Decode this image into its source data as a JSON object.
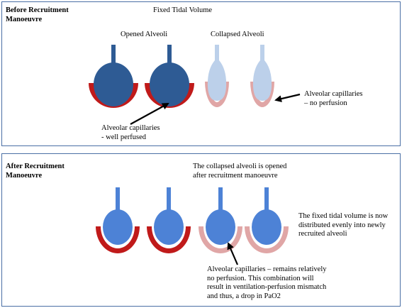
{
  "colors": {
    "panel_border": "#4a6fa5",
    "opened_alveolus": "#2e5b94",
    "collapsed_alveolus": "#bcd0ea",
    "recruited_alveolus": "#4d82d6",
    "perfused_capillary": "#c01a1a",
    "non_perfused_capillary": "#e0a6a6"
  },
  "before": {
    "title": "Before Recruitment\nManoeuvre",
    "fixed_tidal_volume": "Fixed Tidal Volume",
    "opened_label": "Opened Alveoli",
    "collapsed_label": "Collapsed Alveoli",
    "no_perfusion_note": "Alveolar capillaries\n– no perfusion",
    "well_perfused_note": "Alveolar capillaries\n- well perfused"
  },
  "after": {
    "title": "After Recruitment\nManoeuvre",
    "opened_note": "The collapsed alveoli is opened\nafter recruitment manoeuvre",
    "distribution_note": "The fixed tidal volume is now\ndistributed evenly into newly\nrecruited alveoli",
    "mismatch_note": "Alveolar capillaries – remains relatively\nno perfusion. This combination will\nresult in ventilation-perfusion mismatch\nand thus, a drop in PaO2"
  }
}
